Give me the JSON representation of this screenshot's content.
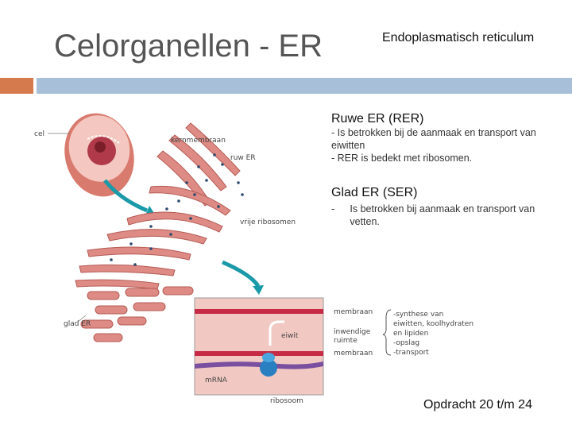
{
  "slide": {
    "title": "Celorganellen - ER",
    "subtitle": "Endoplasmatisch reticulum",
    "accent_colors": {
      "orange": "#d57a4c",
      "blue": "#a8bfd9"
    }
  },
  "rer": {
    "heading": "Ruwe ER (RER)",
    "line1": "- Is betrokken bij de aanmaak en transport van eiwitten",
    "line2": "- RER is bedekt met ribosomen."
  },
  "ser": {
    "heading": "Glad ER  (SER)",
    "dash": "-",
    "line1": "Is betrokken bij aanmaak en transport van vetten."
  },
  "diagram": {
    "labels": {
      "cel": "cel",
      "kernmembraan": "kernmembraan",
      "ruw_er": "ruw ER",
      "vrije_ribosomen": "vrije ribosomen",
      "glad_er": "glad ER",
      "membraan_top": "membraan",
      "eiwit": "eiwit",
      "inwendige": "inwendige",
      "ruimte": "ruimte",
      "membraan_bottom": "membraan",
      "mrna": "mRNA",
      "ribosoom": "ribosoom",
      "functions": [
        "-synthese van",
        "eiwitten, koolhydraten",
        "en lipiden",
        "-opslag",
        "-transport"
      ]
    }
  },
  "footer": {
    "assignment": "Opdracht 20 t/m 24"
  }
}
